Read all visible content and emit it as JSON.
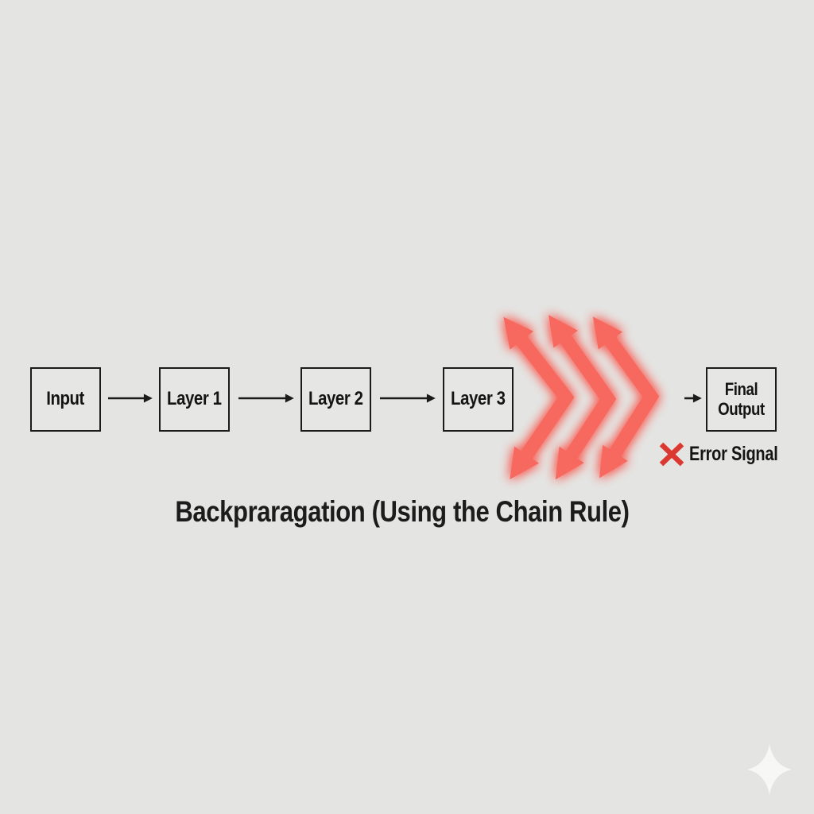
{
  "title": "Backpraragation (Using the Chain Rule)",
  "nodes": [
    {
      "id": "input",
      "label": "Input"
    },
    {
      "id": "layer-1",
      "label": "Layer 1"
    },
    {
      "id": "layer-2",
      "label": "Layer 2"
    },
    {
      "id": "layer-3",
      "label": "Layer 3"
    },
    {
      "id": "final-output",
      "label": "Final Output"
    }
  ],
  "legend": {
    "error_signal_label": "Error Signal"
  },
  "icons": {
    "backprop_arrows": "triple-red-chevron-double-arrows",
    "error_x": "✕",
    "sparkle": "✦"
  },
  "colors": {
    "background": "#e4e4e2",
    "box_border": "#1b1b1b",
    "text": "#1a1a1a",
    "arrow_red": "#f7685f",
    "error_red": "#dc3832",
    "sparkle_white": "#f7f7f5"
  }
}
